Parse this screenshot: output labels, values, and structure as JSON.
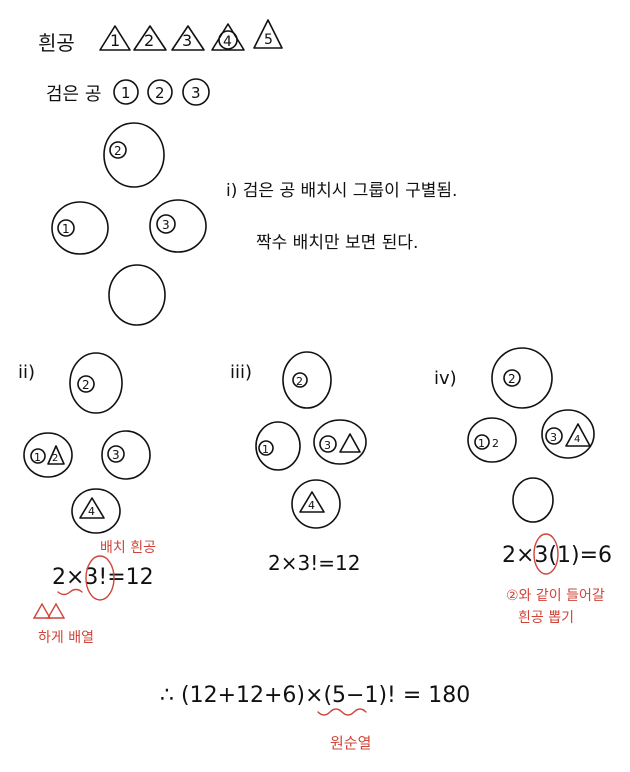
{
  "header": {
    "white_label": "흰공",
    "white_balls": [
      "1",
      "2",
      "3",
      "4",
      "5"
    ],
    "black_label": "검은 공",
    "black_balls": [
      "1",
      "2",
      "3"
    ]
  },
  "note": {
    "line1": "i) 검은 공 배치시 그룹이 구별됨.",
    "line2": "짝수 배치만 보면 된다."
  },
  "cases": {
    "c2": {
      "label": "ii)",
      "formula": "2×3!=12",
      "annot_top": "배치 흰공",
      "annot_bottom": "하게 배열"
    },
    "c3": {
      "label": "iii)",
      "formula": "2×3!=12"
    },
    "c4": {
      "label": "iv)",
      "formula": "2×3(1)=6",
      "annot_bottom_1": "②와 같이 들어갈",
      "annot_bottom_2": "흰공 뽑기"
    }
  },
  "final": {
    "formula": "∴ (12+12+6)×(5−1)! = 180",
    "annot": "원순열"
  }
}
